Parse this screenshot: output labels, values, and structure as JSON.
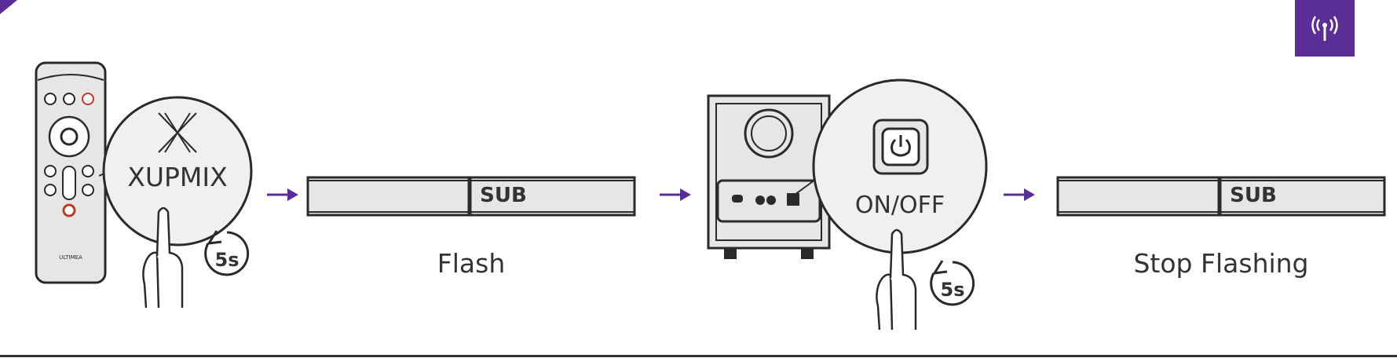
{
  "steps": [
    {
      "remote_zoom_label": "XUPMIX",
      "hold_time": "5s"
    },
    {
      "caption": "Flash",
      "display_text": "SUB"
    },
    {
      "subwoofer_zoom_label": "ON/OFF",
      "hold_time": "5s"
    },
    {
      "caption": "Stop Flashing",
      "display_text": "SUB"
    }
  ],
  "colors": {
    "accent": "#5b2d96",
    "line": "#2a2a2a",
    "device_fill": "#e6e6e6"
  },
  "icons": [
    "wifi-pairing-icon",
    "arrow-right-icon",
    "pointing-hand-icon",
    "timer-icon",
    "power-icon"
  ]
}
